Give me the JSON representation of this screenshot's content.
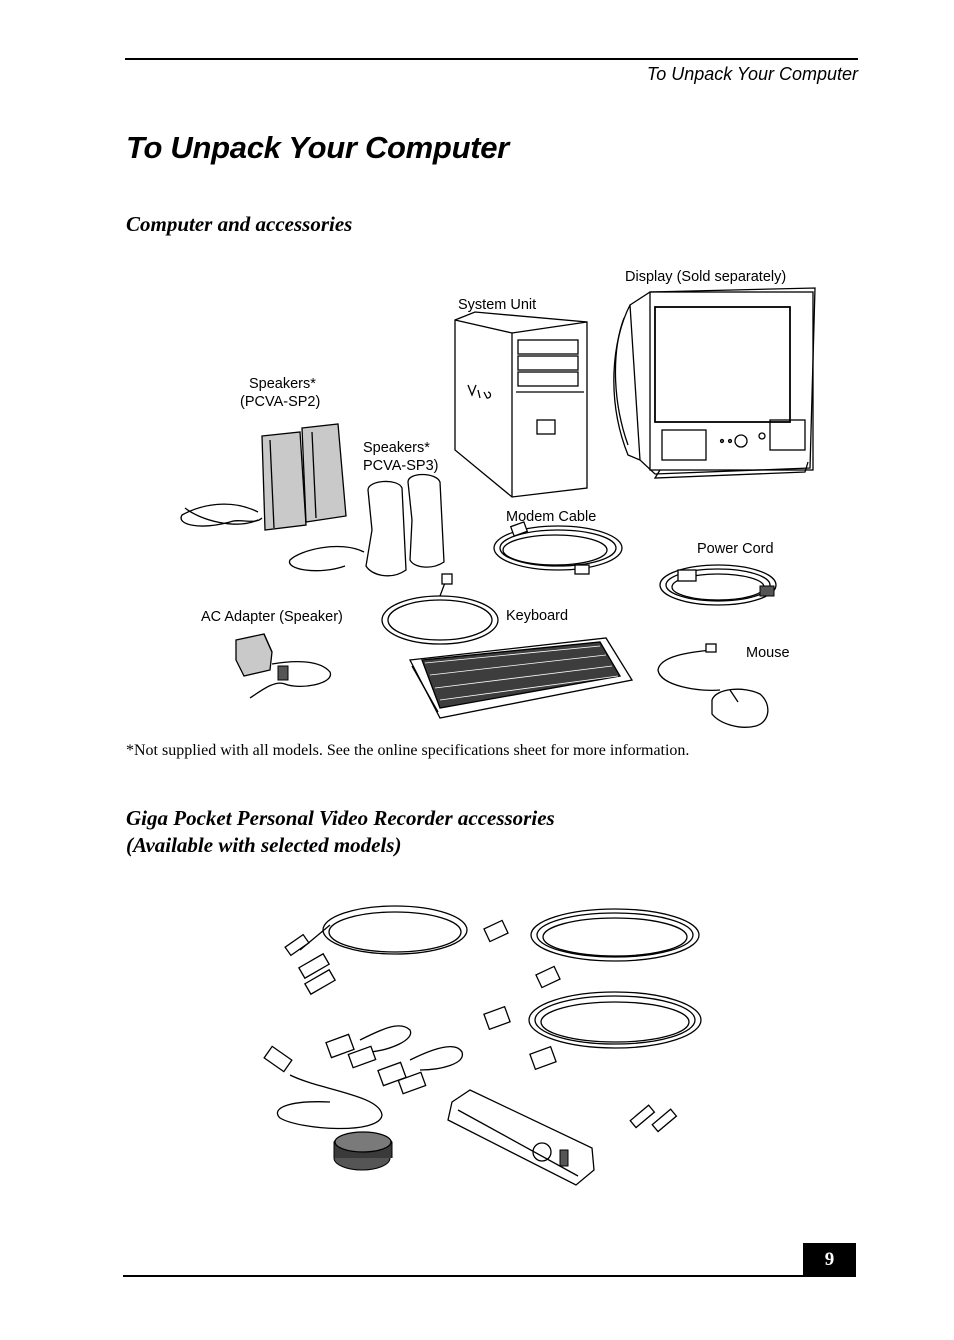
{
  "header": {
    "running_head": "To Unpack Your Computer"
  },
  "page": {
    "title": "To Unpack Your Computer",
    "section1_heading": "Computer and accessories",
    "section2_heading_line1": "Giga Pocket Personal Video Recorder accessories",
    "section2_heading_line2": "(Available with selected models)",
    "footnote": "*Not supplied with all models. See the online specifications sheet for more information.",
    "page_number": "9"
  },
  "figure1": {
    "labels": {
      "display": "Display (Sold separately)",
      "system_unit": "System Unit",
      "speakers_sp2_line1": "Speakers*",
      "speakers_sp2_line2": "(PCVA-SP2)",
      "speakers_sp3_line1": "Speakers*",
      "speakers_sp3_line2": "PCVA-SP3)",
      "modem_cable": "Modem Cable",
      "power_cord": "Power Cord",
      "ac_adapter": "AC Adapter (Speaker)",
      "keyboard": "Keyboard",
      "mouse": "Mouse"
    }
  }
}
